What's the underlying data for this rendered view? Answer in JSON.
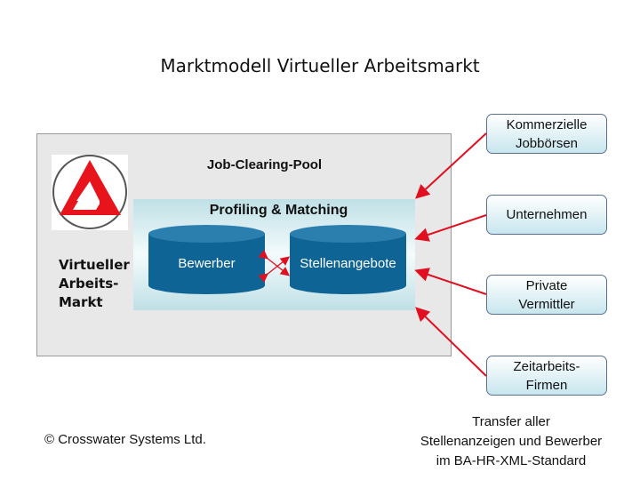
{
  "title": "Marktmodell Virtueller Arbeitsmarkt",
  "pool": {
    "title": "Job-Clearing-Pool",
    "subtitle": "Profiling & Matching",
    "db1": "Bewerber",
    "db2": "Stellenangebote"
  },
  "market_label": [
    "Virtueller",
    "Arbeits-",
    "Markt"
  ],
  "sources": [
    {
      "lines": [
        "Kommerzielle",
        "Jobbörsen"
      ]
    },
    {
      "lines": [
        "Unternehmen"
      ]
    },
    {
      "lines": [
        "Private",
        "Vermittler"
      ]
    },
    {
      "lines": [
        "Zeitarbeits-",
        "Firmen"
      ]
    }
  ],
  "copyright": "© Crosswater Systems Ltd.",
  "transfer": [
    "Transfer aller",
    "Stellenanzeigen und Bewerber",
    "im BA-HR-XML-Standard"
  ],
  "colors": {
    "arrow": "#e01020",
    "cylinder": "#0f6496",
    "logo": "#e8141c"
  }
}
